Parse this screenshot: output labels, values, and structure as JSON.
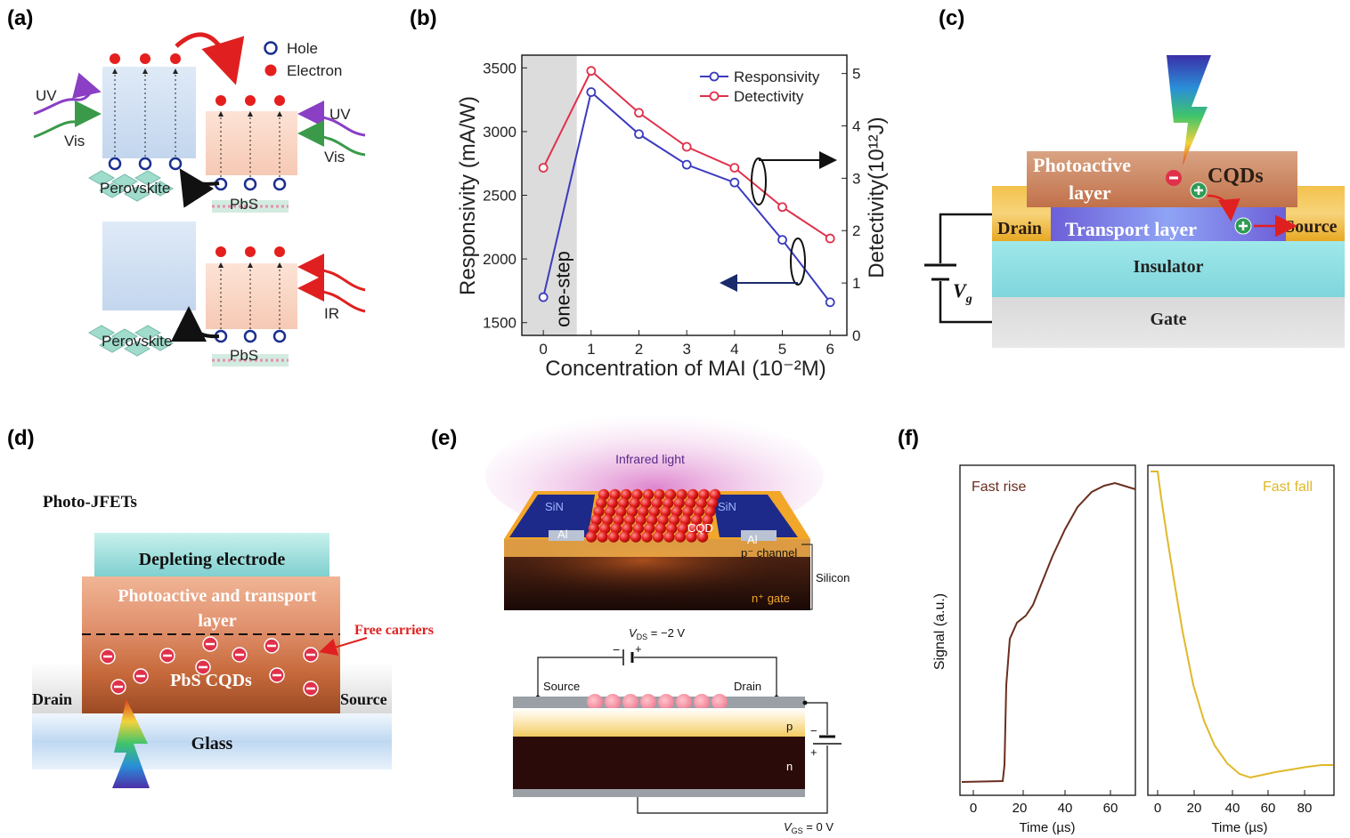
{
  "panel_labels": [
    "(a)",
    "(b)",
    "(c)",
    "(d)",
    "(e)",
    "(f)"
  ],
  "panel_a": {
    "legend_hole": "Hole",
    "legend_electron": "Electron",
    "uv_left": "UV",
    "vis_left": "Vis",
    "uv_right": "UV",
    "vis_right": "Vis",
    "ir": "IR",
    "perovskite_top": "Perovskite",
    "pbs_top": "PbS",
    "perovskite_bottom": "Perovskite",
    "pbs_bottom": "PbS"
  },
  "panel_c": {
    "photoactive": "Photoactive",
    "layer": "layer",
    "cqds": "CQDs",
    "drain": "Drain",
    "transport": "Transport layer",
    "source": "Source",
    "insulator": "Insulator",
    "gate": "Gate",
    "vg": "V",
    "vg_sub": "g"
  },
  "panel_d": {
    "title": "Photo-JFETs",
    "depleting": "Depleting electrode",
    "photoactive_line1": "Photoactive and transport",
    "photoactive_line2": "layer",
    "free_carriers": "Free carriers",
    "pbs_cqds": "PbS CQDs",
    "drain": "Drain",
    "source": "Source",
    "glass": "Glass"
  },
  "panel_e": {
    "infrared": "Infrared light",
    "sin_left": "SiN",
    "sin_right": "SiN",
    "al_left": "Al",
    "al_right": "Al",
    "cqd": "CQD",
    "p_channel": "p⁻ channel",
    "n_gate": "n⁺ gate",
    "silicon": "Silicon",
    "vds": "V",
    "vds_sub": "DS",
    "vds_val": " = −2 V",
    "minus_top": "−",
    "plus_top": "+",
    "source": "Source",
    "drain": "Drain",
    "p": "p",
    "n": "n",
    "minus_side": "−",
    "plus_side": "+",
    "vgs": "V",
    "vgs_sub": "GS",
    "vgs_val": " = 0 V"
  },
  "panel_f": {
    "ylabel": "Signal (a.u.)",
    "left_title": "Fast rise",
    "right_title": "Fast fall",
    "left_xlabel": "Time (µs)",
    "right_xlabel": "Time (µs)",
    "left_ticks": [
      "0",
      "20",
      "40",
      "60"
    ],
    "right_ticks": [
      "0",
      "20",
      "40",
      "60",
      "80"
    ],
    "rise_color": "#6b2e1e",
    "fall_color": "#e0b82a"
  },
  "chart_data": {
    "type": "line",
    "xlabel": "Concentration of MAI (10⁻²M)",
    "ylabel_left": "Responsivity (mA/W)",
    "ylabel_right": "Detectivity(10¹²J)",
    "annotation": "one-step",
    "x": [
      0,
      1,
      2,
      3,
      4,
      5,
      6
    ],
    "x_ticks": [
      "0",
      "1",
      "2",
      "3",
      "4",
      "5",
      "6"
    ],
    "y_left_ticks": [
      "1500",
      "2000",
      "2500",
      "3000",
      "3500"
    ],
    "y_right_ticks": [
      "0",
      "1",
      "2",
      "3",
      "4",
      "5"
    ],
    "ylim_left": [
      1400,
      3600
    ],
    "ylim_right": [
      0,
      5.35
    ],
    "series": [
      {
        "name": "Responsivity",
        "axis": "left",
        "color": "#3b3bbf",
        "values": [
          1700,
          3310,
          2980,
          2740,
          2600,
          2150,
          1660
        ]
      },
      {
        "name": "Detectivity",
        "axis": "right",
        "color": "#e0314b",
        "values": [
          3.2,
          5.05,
          4.25,
          3.6,
          3.2,
          2.45,
          1.85
        ]
      }
    ]
  }
}
